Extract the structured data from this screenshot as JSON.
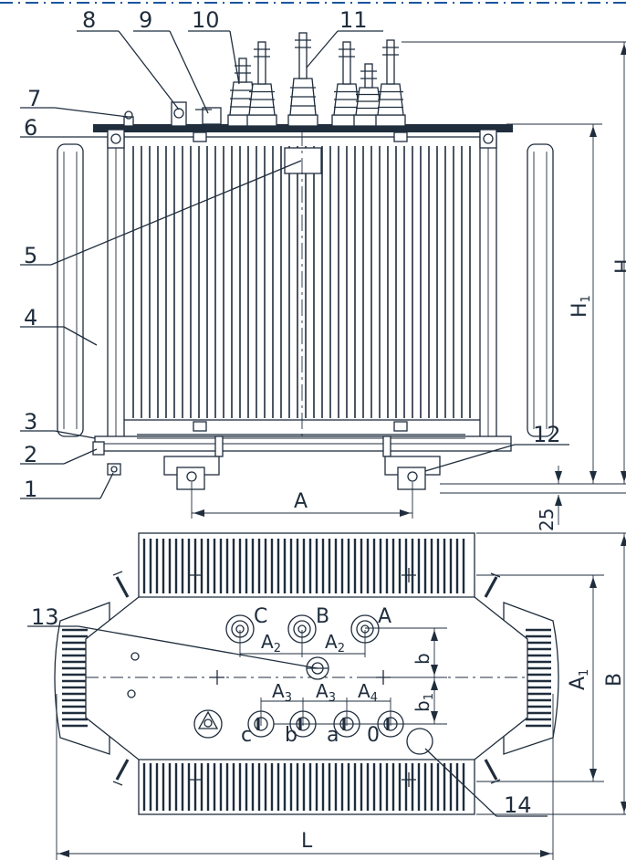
{
  "callouts": {
    "c1": "1",
    "c2": "2",
    "c3": "3",
    "c4": "4",
    "c5": "5",
    "c6": "6",
    "c7": "7",
    "c8": "8",
    "c9": "9",
    "c10": "10",
    "c11": "11",
    "c12": "12",
    "c13": "13",
    "c14": "14"
  },
  "dimensions": {
    "A": "A",
    "H": "H",
    "H1_base": "H",
    "H1_sub": "1",
    "d25": "25",
    "A1_base": "A",
    "A1_sub": "1",
    "B": "B",
    "L": "L",
    "A2_base": "A",
    "A2_sub": "2",
    "A3_base": "A",
    "A3_sub": "3",
    "A4_base": "A",
    "A4_sub": "4",
    "b_base": "b",
    "b1_base": "b",
    "b1_sub": "1"
  },
  "terminals": {
    "hv_c": "C",
    "hv_b": "B",
    "hv_a": "A",
    "lv_c": "c",
    "lv_b": "b",
    "lv_a": "a",
    "lv_0": "0"
  },
  "colors": {
    "ink": "#1f2d3d",
    "accent": "#1a55a0"
  }
}
